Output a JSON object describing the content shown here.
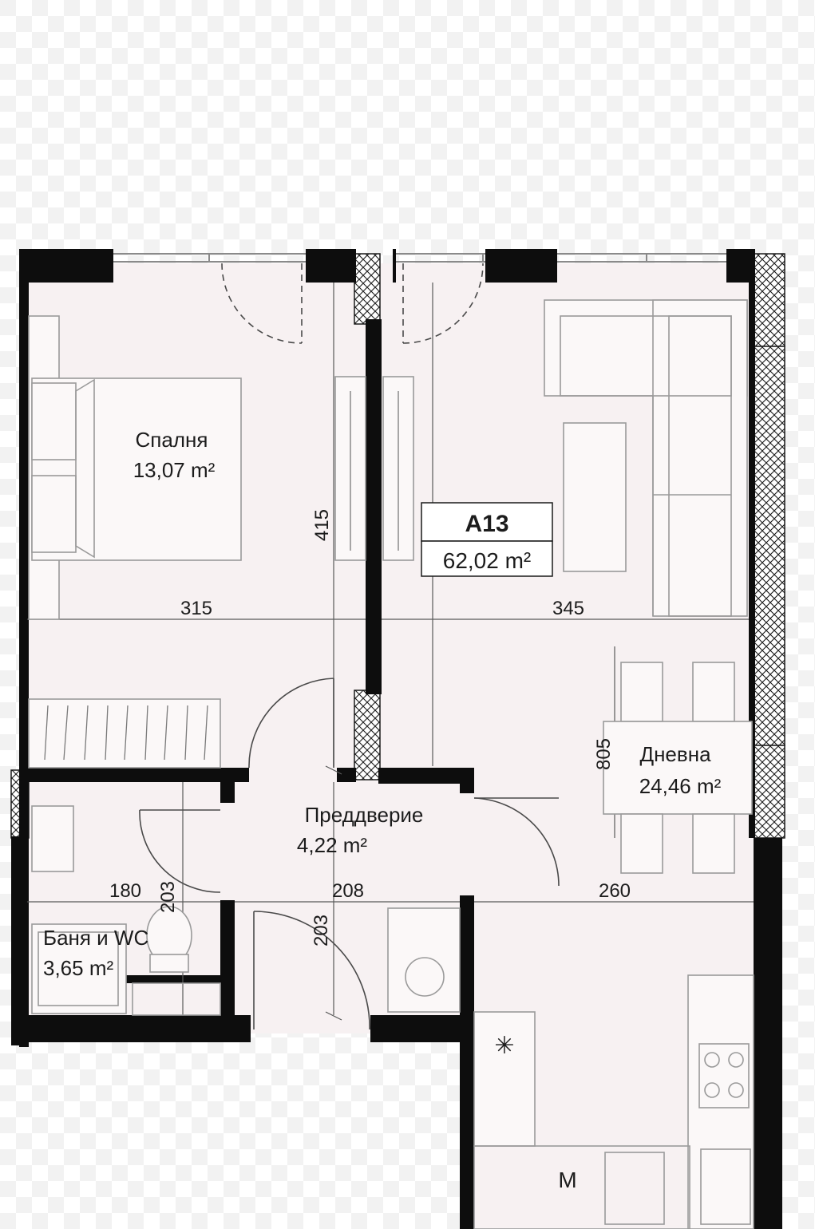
{
  "apartment": {
    "code": "A13",
    "area": "62,02 m²"
  },
  "rooms": {
    "bedroom": {
      "name": "Спалня",
      "area": "13,07 m²"
    },
    "living": {
      "name": "Дневна",
      "area": "24,46 m²"
    },
    "hallway": {
      "name": "Преддверие",
      "area": "4,22 m²"
    },
    "bathroom": {
      "name": "Баня и WC",
      "area": "3,65 m²"
    }
  },
  "dimensions": {
    "bedroom_width": "315",
    "living_width": "345",
    "bedroom_depth": "415",
    "living_depth": "805",
    "bath_width": "180",
    "bath_depth": "203",
    "hall_width": "208",
    "hall_depth": "203",
    "kitchen_width": "260"
  },
  "symbols": {
    "fridge_mark": "✳",
    "washer_mark": "M"
  },
  "colors": {
    "wall": "#0d0d0d",
    "floor": "#f7f1f2",
    "furniture_line": "#9a9a9a",
    "hatch": "#1a1a1a"
  }
}
